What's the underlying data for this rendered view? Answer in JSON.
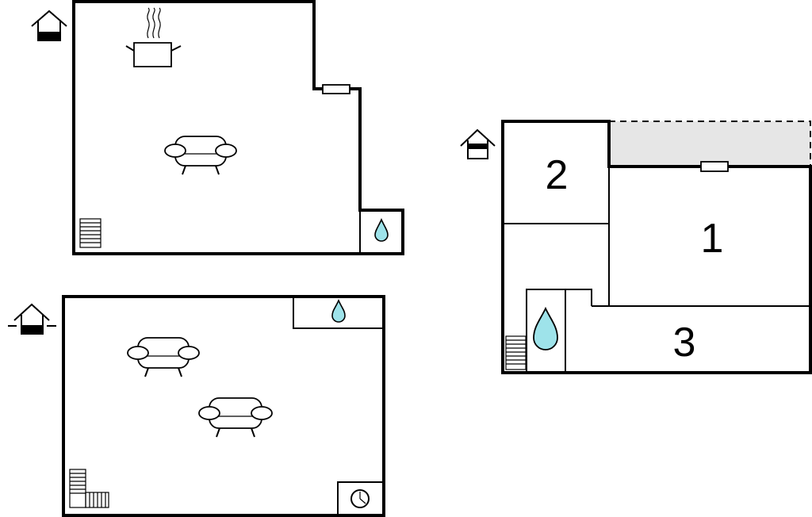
{
  "colors": {
    "wall": "#000000",
    "terrace_fill": "#e6e6e6",
    "water_fill": "#9ee3ea",
    "background": "#ffffff"
  },
  "floors": [
    {
      "name": "upper-floor",
      "icon": "house-upper-floor-icon",
      "contents": [
        "kitchen-pot-icon",
        "sofa-icon",
        "window-icon",
        "bathroom-drop-icon",
        "stairs-icon"
      ]
    },
    {
      "name": "ground-floor",
      "icon": "house-ground-floor-icon",
      "contents": [
        "sofa-icon",
        "sofa-icon",
        "bathroom-drop-icon",
        "stairs-icon",
        "clock-icon"
      ]
    },
    {
      "name": "bedroom-floor",
      "icon": "house-middle-floor-icon",
      "contents": [
        "terrace",
        "window-icon",
        "bathroom-drop-icon",
        "stairs-icon"
      ]
    }
  ],
  "rooms": {
    "room_1": "1",
    "room_2": "2",
    "room_3": "3"
  }
}
